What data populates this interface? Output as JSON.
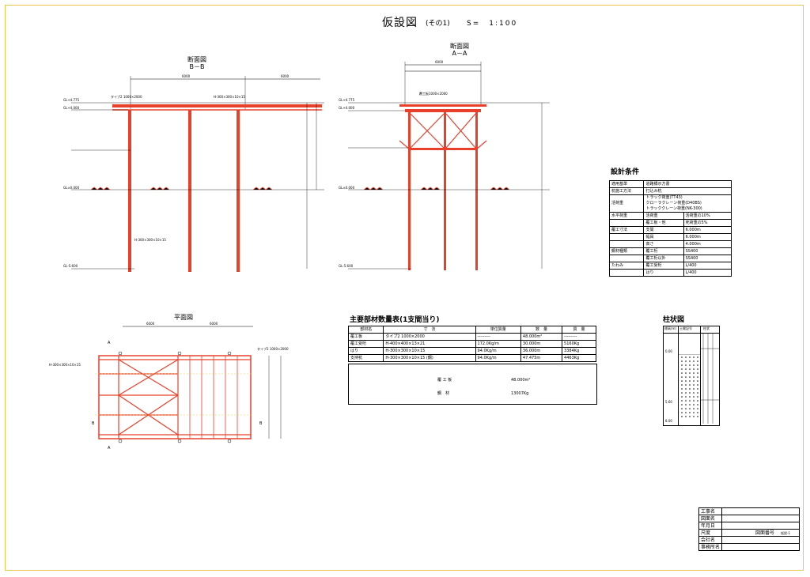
{
  "title": "仮設図",
  "subtitle": "(その1)",
  "scale": "S=　1:100",
  "views": {
    "section_bb": {
      "label": "断面図",
      "code": "B－B"
    },
    "section_aa": {
      "label": "断面図",
      "code": "A－A"
    },
    "plan": {
      "label": "平面図"
    },
    "pillar": {
      "label": "柱状図"
    }
  },
  "design_conditions": {
    "heading": "設計条件",
    "rows": [
      [
        "適用基準",
        "道路橋示方書"
      ],
      [
        "杭施工方法",
        "打込み杭"
      ],
      [
        "活荷重",
        "トラック荷重(TT43)\nクローラクレーン荷重(D40BS)\nトラッククレーン荷重(NK-300)"
      ],
      [
        "水平荷重",
        "活荷重",
        "活荷重の10%"
      ],
      [
        "",
        "覆工板・他",
        "死荷重の5%"
      ],
      [
        "覆工寸法",
        "支間",
        "6.000m"
      ],
      [
        "",
        "幅員",
        "6.000m"
      ],
      [
        "",
        "高さ",
        "4.000m"
      ],
      [
        "鋼材種類",
        "覆工桁",
        "SS400"
      ],
      [
        "",
        "覆工桁以外",
        "SS400"
      ],
      [
        "たわみ",
        "覆工受桁",
        "L/400"
      ],
      [
        "",
        "はり",
        "L/400"
      ]
    ]
  },
  "quantities": {
    "heading": "主要部材数量表(1支間当り)",
    "columns": [
      "部材名",
      "寸　法",
      "単位質量",
      "数　量",
      "質　量"
    ],
    "rows": [
      [
        "覆工板",
        "タイプ2 1000×2000",
        "---------",
        "48.000m²",
        "---------"
      ],
      [
        "覆工受桁",
        "H-400×400×13×21",
        "172.0Kg/m",
        "30.000m",
        "5160Kg"
      ],
      [
        "はり",
        "H-300×300×10×15",
        "94.0Kg/m",
        "36.000m",
        "3384Kg"
      ],
      [
        "支持杭",
        "H-300×300×10×15 (鋼)",
        "94.0Kg/m",
        "47.475m",
        "4463Kg"
      ]
    ],
    "summary": [
      {
        "label": "覆 工 板",
        "value": "48.000m²"
      },
      {
        "label": "鋼　材",
        "value": "13007Kg"
      }
    ]
  },
  "pillar_table": {
    "columns": [
      "標高(m)",
      "土質記号",
      "柱状"
    ],
    "depths": [
      "0.00",
      "5.60",
      "8.00"
    ]
  },
  "title_block": {
    "rows": [
      "工事名",
      "図面名",
      "年月日",
      "尺度",
      "会社名",
      "事務所名"
    ],
    "drawing_no_label": "図面番号",
    "drawing_no": "仮設-1"
  },
  "annotations": {
    "bb_top": "タイプ2 1000×2000",
    "bb_beam": "H-300×300×10×15",
    "bb_pile": "H-300×300×10×15",
    "aa_top": "覆工板1000×2000",
    "plan_top": "タイプ2 1000×2000",
    "plan_beam": "H-300×300×10×15"
  },
  "colors": {
    "frame": "#e8c74a",
    "member": "#e8402a",
    "ground": "#e8402a"
  }
}
